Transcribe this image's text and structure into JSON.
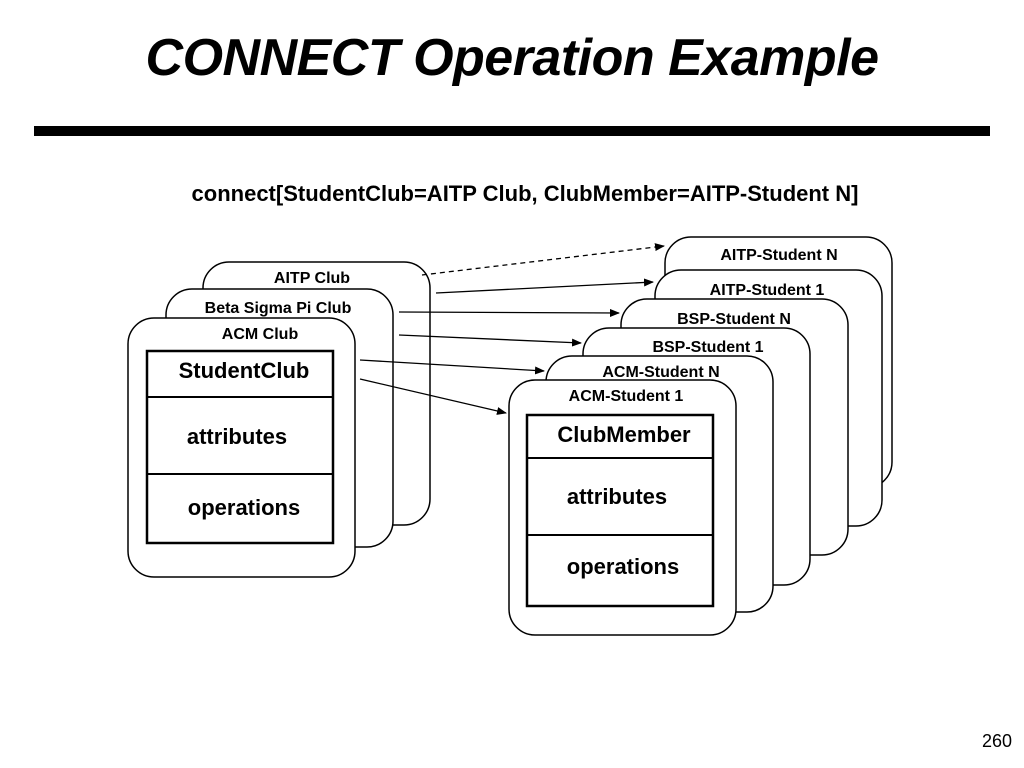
{
  "slide": {
    "title": "CONNECT Operation Example",
    "subtitle": "connect[StudentClub=AITP Club, ClubMember=AITP-Student N]",
    "page_number": "260"
  },
  "left_stack": {
    "cards": [
      "AITP Club",
      "Beta Sigma Pi Club",
      "ACM Club"
    ],
    "class_box": {
      "name": "StudentClub",
      "attributes": "attributes",
      "operations": "operations"
    }
  },
  "right_stack": {
    "cards": [
      "AITP-Student N",
      "AITP-Student 1",
      "BSP-Student N",
      "BSP-Student 1",
      "ACM-Student N",
      "ACM-Student 1"
    ],
    "class_box": {
      "name": "ClubMember",
      "attributes": "attributes",
      "operations": "operations"
    }
  }
}
